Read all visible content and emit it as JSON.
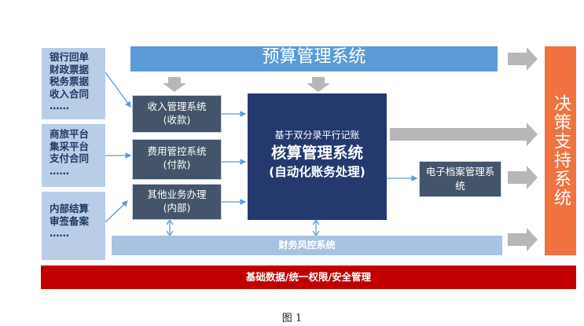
{
  "sources": [
    {
      "lines": [
        "银行回单",
        "财政票据",
        "税务票据",
        "收入合同",
        "……"
      ]
    },
    {
      "lines": [
        "商旅平台",
        "集采平台",
        "支付合同",
        "……"
      ]
    },
    {
      "lines": [
        "内部结算",
        "审签备案",
        "……"
      ]
    }
  ],
  "budget_system": "预算管理系统",
  "left_modules": [
    {
      "title": "收入管理系统",
      "sub": "(收款)"
    },
    {
      "title": "费用管控系统",
      "sub": "(付款)"
    },
    {
      "title": "其他业务办理",
      "sub": "(内部)"
    }
  ],
  "core": {
    "line1": "基于双分录平行记账",
    "line2": "核算管理系统",
    "line3": "(自动化账务处理)"
  },
  "archive_system": "电子档案管理系统",
  "risk_system": "财务风控系统",
  "base_bar": "基础数据/统一权限/安全管理",
  "decision_system": "决策支持系统",
  "caption": "图 1",
  "colors": {
    "source_box": "#b9cde6",
    "top_bar": "#5b9bd5",
    "module_box": "#44546a",
    "core_box": "#243a6e",
    "risk_bar": "#a7c2e2",
    "base_bar": "#c00000",
    "decision_bar": "#f0723f",
    "arrow_gray": "#b7b7b7",
    "arrow_blue": "#5b9bd5"
  }
}
